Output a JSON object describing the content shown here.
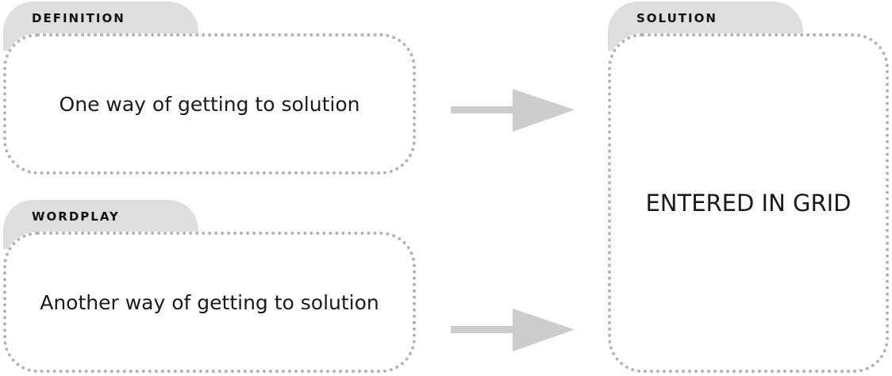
{
  "definition": {
    "label": "DEFINITION",
    "text": "One way of getting to solution"
  },
  "wordplay": {
    "label": "WORDPLAY",
    "text": "Another way of getting to solution"
  },
  "solution": {
    "label": "SOLUTION",
    "text": "ENTERED IN GRID"
  },
  "colors": {
    "tab": "#dedede",
    "border": "#b3b3b3",
    "arrow": "#cccccc",
    "text": "#1a1a1a"
  },
  "icons": {
    "connector": "arrow-right-icon"
  }
}
